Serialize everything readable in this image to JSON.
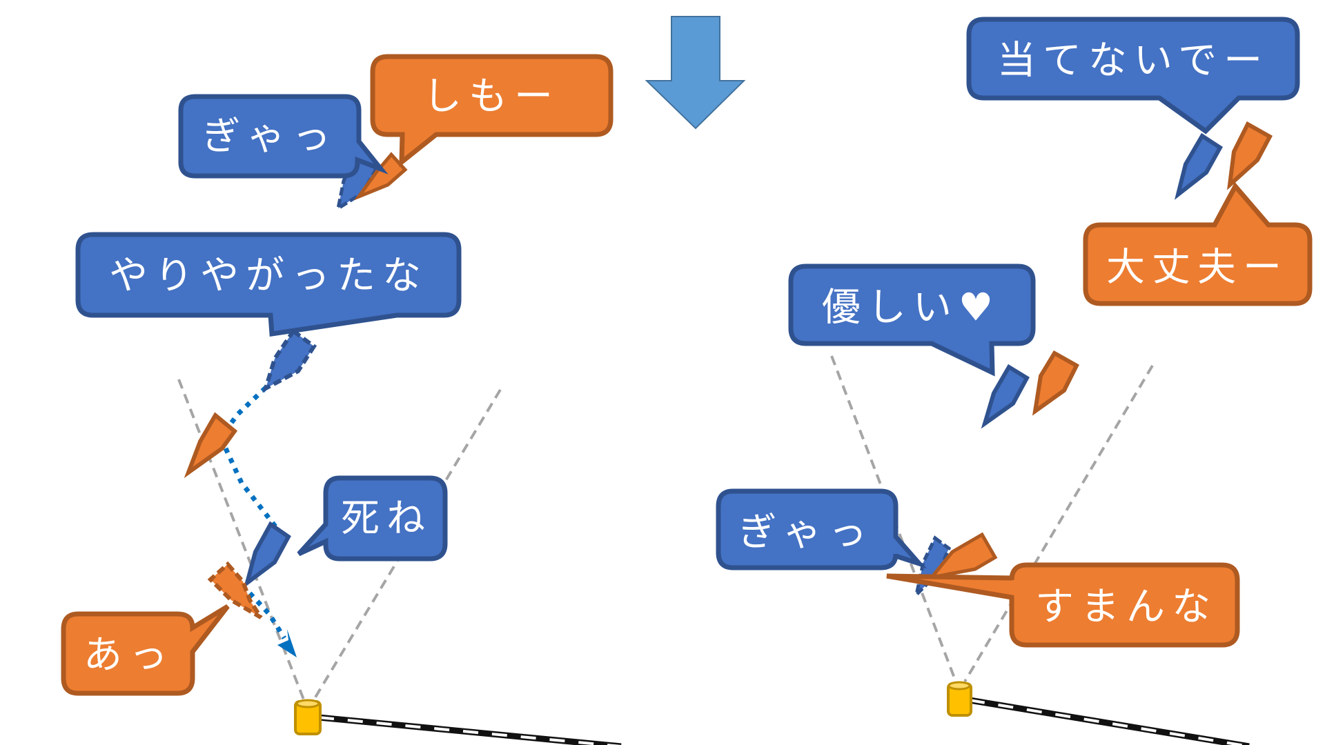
{
  "colors": {
    "blue_fill": "#4472C4",
    "blue_border": "#2F528F",
    "orange_fill": "#ED7D31",
    "orange_border": "#AE5A21",
    "arrow_fill": "#5B9BD5",
    "arrow_border": "#41719C",
    "guide_line": "#A5A5A5",
    "trajectory": "#0070C0",
    "post_fill": "#FFC000",
    "post_border": "#BF9000",
    "tape": "#111111"
  },
  "direction_arrow": {
    "icon": "down-arrow-icon"
  },
  "left_scene": {
    "bubbles": [
      {
        "id": "gya-left",
        "speaker": "blue",
        "text": "ぎゃっ"
      },
      {
        "id": "shimo",
        "speaker": "orange",
        "text": "しもー"
      },
      {
        "id": "yariyagattana",
        "speaker": "blue",
        "text": "やりやがったな"
      },
      {
        "id": "shine",
        "speaker": "blue",
        "text": "死ね"
      },
      {
        "id": "a",
        "speaker": "orange",
        "text": "あっ"
      }
    ]
  },
  "right_scene": {
    "bubbles": [
      {
        "id": "atenaide",
        "speaker": "blue",
        "text": "当てないでー"
      },
      {
        "id": "daijoubu",
        "speaker": "orange",
        "text": "大丈夫ー"
      },
      {
        "id": "yasashii",
        "speaker": "blue",
        "text": "優しい♥"
      },
      {
        "id": "gya-right",
        "speaker": "blue",
        "text": "ぎゃっ"
      },
      {
        "id": "sumanna",
        "speaker": "orange",
        "text": "すまんな"
      }
    ]
  }
}
